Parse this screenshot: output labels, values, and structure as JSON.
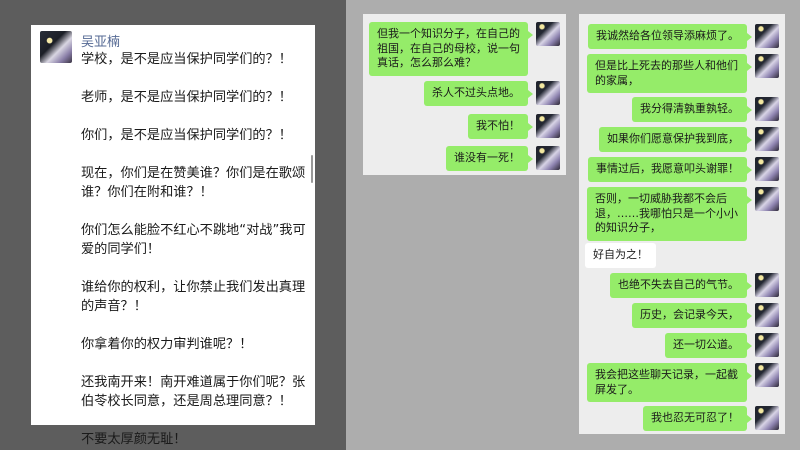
{
  "post": {
    "author": "吴亚楠",
    "paragraphs": [
      "学校，是不是应当保护同学们的？！",
      "老师，是不是应当保护同学们的？！",
      "你们，是不是应当保护同学们的？！",
      "现在，你们是在赞美谁？你们是在歌颂谁？你们在附和谁？！",
      "你们怎么能脸不红心不跳地“对战”我可爱的同学们！",
      "谁给你的权利，让你禁止我们发出真理的声音？！",
      "你拿着你的权力审判谁呢？！",
      "还我南开来！南开难道属于你们呢？张伯苓校长同意，还是周总理同意？！",
      "不要太厚颜无耻！"
    ]
  },
  "chat_middle": {
    "messages": [
      {
        "side": "sent",
        "text": "但我一个知识分子，在自己的祖国，在自己的母校，说一句真话，怎么那么难？"
      },
      {
        "side": "sent",
        "text": "杀人不过头点地。"
      },
      {
        "side": "sent",
        "text": "我不怕！"
      },
      {
        "side": "sent",
        "text": "谁没有一死！"
      }
    ]
  },
  "chat_right": {
    "messages": [
      {
        "side": "sent",
        "text": "我诚然给各位领导添麻烦了。"
      },
      {
        "side": "sent",
        "text": "但是比上死去的那些人和他们的家属，"
      },
      {
        "side": "sent",
        "text": "我分得清孰重孰轻。"
      },
      {
        "side": "sent",
        "text": "如果你们愿意保护我到底，"
      },
      {
        "side": "sent",
        "text": "事情过后，我愿意叩头谢罪！"
      },
      {
        "side": "sent",
        "text": "否则，一切威胁我都不会后退，……我哪怕只是一个小小的知识分子，"
      },
      {
        "side": "received",
        "text": "好自为之！"
      },
      {
        "side": "sent",
        "text": "也绝不失去自己的气节。"
      },
      {
        "side": "sent",
        "text": "历史，会记录今天，"
      },
      {
        "side": "sent",
        "text": "还一切公道。"
      },
      {
        "side": "sent",
        "text": "我会把这些聊天记录，一起截屏发了。"
      },
      {
        "side": "sent",
        "text": "我也忍无可忍了！"
      }
    ]
  },
  "colors": {
    "sent_bubble": "#95ec69",
    "received_bubble": "#ffffff",
    "chat_bg": "#ededed",
    "name_link": "#576b95"
  }
}
